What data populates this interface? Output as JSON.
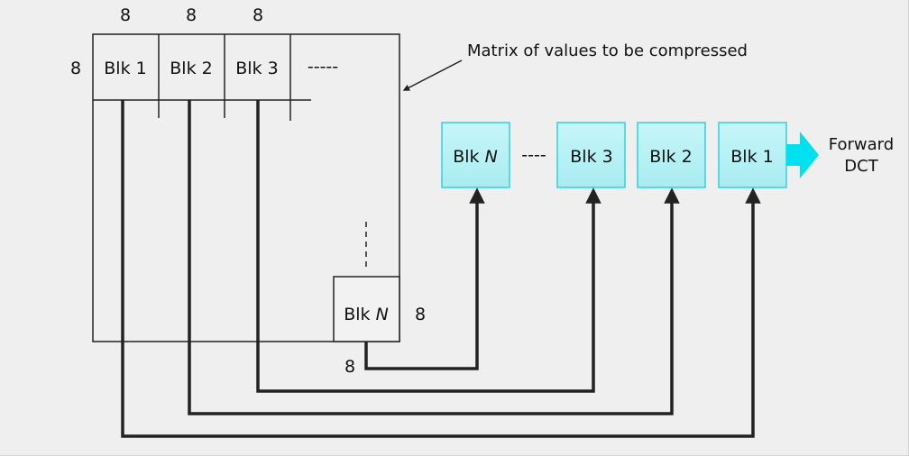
{
  "matrix": {
    "caption": "Matrix of values to be compressed",
    "block_labels": [
      "Blk 1",
      "Blk 2",
      "Blk 3"
    ],
    "ellipsis": "-----",
    "last_block": {
      "prefix": "Blk ",
      "suffix": "N"
    },
    "dim_labels": {
      "col1": "8",
      "col2": "8",
      "col3": "8",
      "row": "8",
      "last_right": "8",
      "last_bottom": "8"
    }
  },
  "sequence": {
    "blocks": [
      {
        "prefix": "Blk ",
        "suffix": "N"
      },
      {
        "prefix": "Blk 3",
        "suffix": ""
      },
      {
        "prefix": "Blk 2",
        "suffix": ""
      },
      {
        "prefix": "Blk 1",
        "suffix": ""
      }
    ],
    "ellipsis": "----",
    "output_label": [
      "Forward",
      "DCT"
    ]
  },
  "colors": {
    "block_fill": "#b8f2f6",
    "block_border": "#2fd1e0",
    "arrow_fill": "#00e0ef",
    "line": "#222222"
  }
}
